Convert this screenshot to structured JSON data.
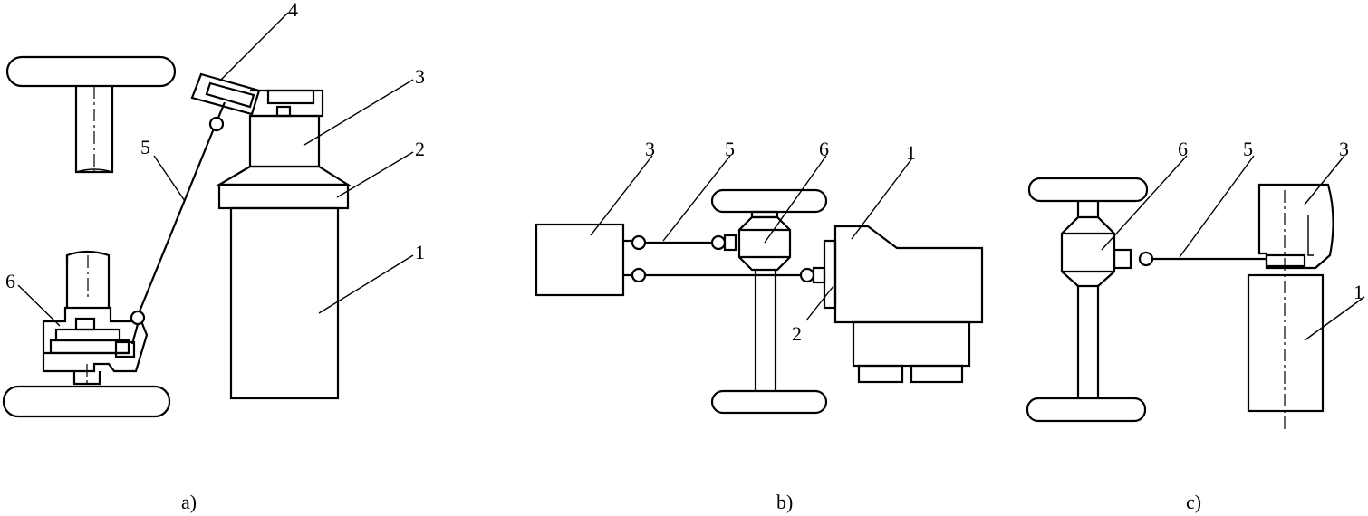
{
  "panels": [
    {
      "caption": "a)",
      "part_labels": [
        "4",
        "3",
        "2",
        "5",
        "1",
        "6"
      ]
    },
    {
      "caption": "b)",
      "part_labels": [
        "3",
        "5",
        "6",
        "1",
        "2"
      ]
    },
    {
      "caption": "c)",
      "part_labels": [
        "6",
        "5",
        "3",
        "1"
      ]
    }
  ]
}
